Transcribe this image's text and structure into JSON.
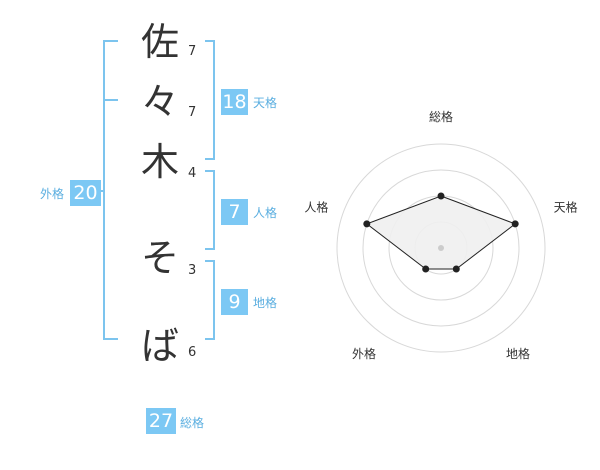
{
  "name": {
    "characters": [
      {
        "char": "佐",
        "strokes": "7"
      },
      {
        "char": "々",
        "strokes": "7"
      },
      {
        "char": "木",
        "strokes": "4"
      },
      {
        "char": "そ",
        "strokes": "3"
      },
      {
        "char": "ば",
        "strokes": "6"
      }
    ]
  },
  "kakusu": {
    "tenkaku": {
      "value": "18",
      "label": "天格"
    },
    "jinkaku": {
      "value": "7",
      "label": "人格"
    },
    "chikaku": {
      "value": "9",
      "label": "地格"
    },
    "gaikaku": {
      "value": "20",
      "label": "外格"
    },
    "soukaku": {
      "value": "27",
      "label": "総格"
    }
  },
  "colors": {
    "accent": "#7cc8f4",
    "bracket": "#7cc4ee",
    "text": "#333333"
  },
  "chart_data": {
    "type": "radar",
    "axes": [
      "総格",
      "天格",
      "地格",
      "外格",
      "人格"
    ],
    "rings": 4,
    "max": 4,
    "values": [
      2,
      3,
      1,
      1,
      3
    ]
  }
}
